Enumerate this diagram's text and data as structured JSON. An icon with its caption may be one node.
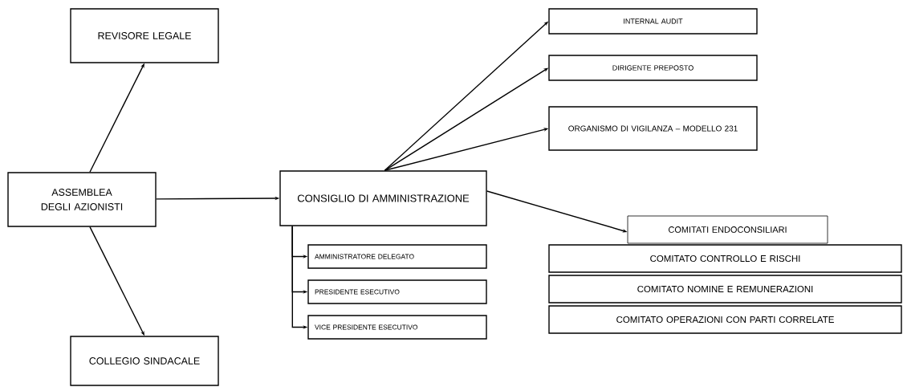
{
  "diagram": {
    "nodes": [
      {
        "text": [
          "REVISORE LEGALE"
        ]
      },
      {
        "text": [
          "ASSEMBLEA DEGLI AZIONISTI"
        ]
      },
      {
        "text": [
          "COLLEGIO SINDACALE"
        ]
      },
      {
        "text": [
          "CONSIGLIO DI AMMINISTRAZIONE"
        ]
      },
      {
        "text": [
          "INTERNAL AUDIT"
        ]
      },
      {
        "text": [
          "DIRIGENTE PREPOSTO"
        ]
      },
      {
        "text": [
          "ORGANISMO DI VIGILANZA – MODELLO 231"
        ]
      },
      {
        "text": [
          "AMMINISTRATORE DELEGATO"
        ]
      },
      {
        "text": [
          "PRESIDENTE ESECUTIVO"
        ]
      },
      {
        "text": [
          "VICE PRESIDENTE ESECUTIVO"
        ]
      },
      {
        "text": [
          "COMITATI ENDOCONSILIARI"
        ]
      },
      {
        "text": [
          "COMITATO CONTROLLO E RISCHI"
        ]
      },
      {
        "text": [
          "COMITATO NOMINE E REMUNERAZIONI"
        ]
      },
      {
        "text": [
          "COMITATO OPERAZIONI CON PARTI CORRELATE"
        ]
      }
    ],
    "edges": [
      {
        "from": 1,
        "to": 0,
        "arrow": "to"
      },
      {
        "from": 1,
        "to": 2,
        "arrow": "to"
      },
      {
        "from": 1,
        "to": 3,
        "arrow": "to"
      },
      {
        "from": 3,
        "to": 4,
        "arrow": "to"
      },
      {
        "from": 3,
        "to": 5,
        "arrow": "to"
      },
      {
        "from": 3,
        "to": 6,
        "arrow": "to"
      },
      {
        "from": 3,
        "to": 10,
        "arrow": "to"
      },
      {
        "from": 3,
        "to": 7,
        "arrow": "to"
      },
      {
        "from": 3,
        "to": 8,
        "arrow": "to"
      },
      {
        "from": 3,
        "to": 9,
        "arrow": "to"
      }
    ]
  }
}
